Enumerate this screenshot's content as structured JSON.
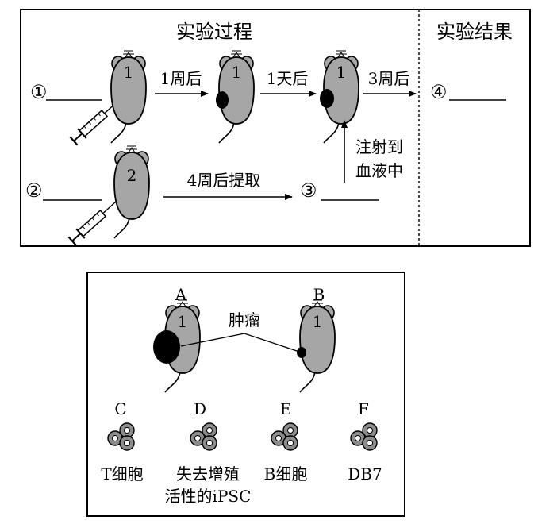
{
  "top_panel": {
    "process_title": "实验过程",
    "result_title": "实验结果",
    "circle_labels": [
      "①",
      "②",
      "③",
      "④"
    ],
    "arrow_labels": {
      "after_1_week": "1周后",
      "after_1_day": "1天后",
      "after_3_weeks": "3周后",
      "after_4_weeks_extract": "4周后提取",
      "inject_to_blood_line1": "注射到",
      "inject_to_blood_line2": "血液中"
    },
    "mouse_numbers": [
      "1",
      "1",
      "1",
      "2"
    ]
  },
  "bottom_panel": {
    "mouse_letters": [
      "A",
      "B"
    ],
    "mouse_numbers": [
      "1",
      "1"
    ],
    "tumor_label": "肿瘤",
    "cell_letters": [
      "C",
      "D",
      "E",
      "F"
    ],
    "cell_names": [
      "T细胞",
      "失去增殖",
      "活性的iPSC",
      "B细胞",
      "DB7"
    ]
  },
  "colors": {
    "mouse_fill": "#a6a6a6",
    "tumor_fill": "#000000",
    "cell_fill": "#8c8c8c",
    "line": "#000000"
  }
}
